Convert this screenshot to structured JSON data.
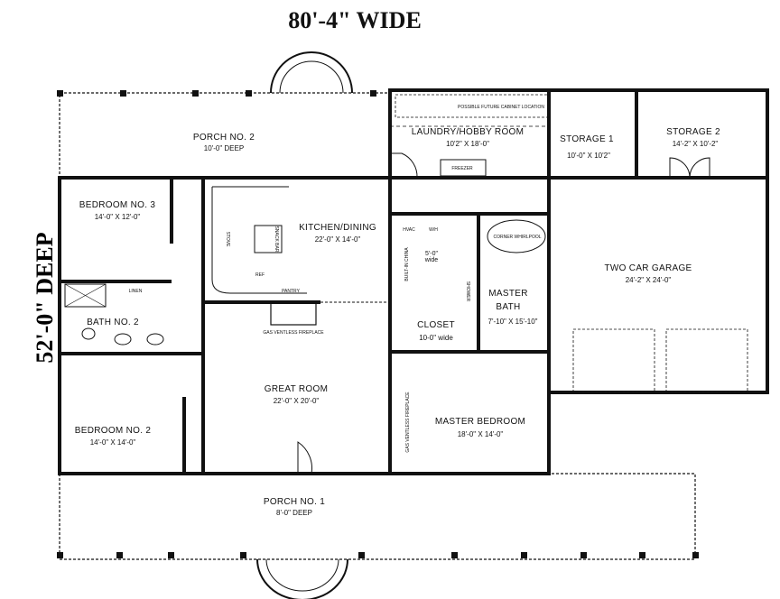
{
  "width_label": "80'-4\" WIDE",
  "depth_label": "52'-0\" DEEP",
  "rooms": {
    "porch2": {
      "name": "PORCH NO. 2",
      "dim": "10'-0\" DEEP"
    },
    "laundry": {
      "name": "LAUNDRY/HOBBY ROOM",
      "dim": "10'2\" X 18'-0\""
    },
    "storage1": {
      "name": "STORAGE 1",
      "dim": "10'-0\" X 10'2\""
    },
    "storage2": {
      "name": "STORAGE 2",
      "dim": "14'-2\" X 10'-2\""
    },
    "bedroom3": {
      "name": "BEDROOM NO. 3",
      "dim": "14'-0\" X 12'-0\""
    },
    "kitchen": {
      "name": "KITCHEN/DINING",
      "dim": "22'-0\" X 14'-0\""
    },
    "garage": {
      "name": "TWO CAR GARAGE",
      "dim": "24'-2\" X 24'-0\""
    },
    "bath2": {
      "name": "BATH NO. 2"
    },
    "master_bath": {
      "name1": "MASTER",
      "name2": "BATH",
      "dim": "7'-10\" X 15'-10\""
    },
    "closet": {
      "name": "CLOSET",
      "dim": "10-0\" wide"
    },
    "great_room": {
      "name": "GREAT ROOM",
      "dim": "22'-0\" X 20'-0\""
    },
    "master_bedroom": {
      "name": "MASTER BEDROOM",
      "dim": "18'-0\" X 14'-0\""
    },
    "bedroom2": {
      "name": "BEDROOM NO. 2",
      "dim": "14'-0\" X 14'-0\""
    },
    "porch1": {
      "name": "PORCH NO. 1",
      "dim": "8'-0\" DEEP"
    }
  },
  "annotations": {
    "cabinet": "POSSIBLE FUTURE CABINET LOCATION",
    "freezer": "FREEZER",
    "linen": "LINEN",
    "stove": "STOVE",
    "snack_bar": "SNACK BAR",
    "ref": "REF",
    "pantry": "PANTRY",
    "fireplace1": "GAS VENTLESS FIREPLACE",
    "fireplace2": "GAS VENTLESS FIREPLACE",
    "hvac": "HVAC",
    "wh": "W/H",
    "built_in": "BUILT-IN CHINA",
    "hall_width": "5'-0\" wide",
    "whirlpool": "CORNER WHIRLPOOL",
    "shower": "SHOWER"
  }
}
